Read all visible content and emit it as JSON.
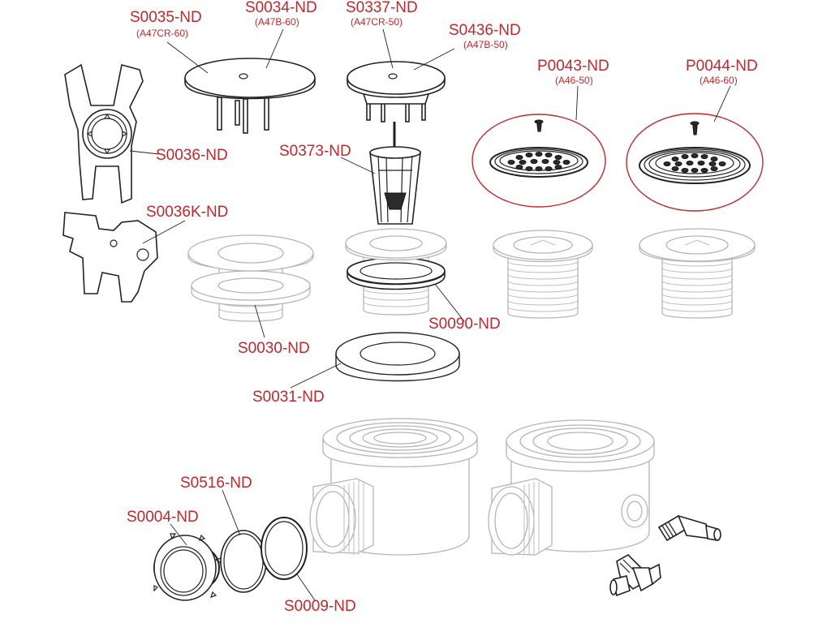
{
  "labels": {
    "s0035": "S0035-ND",
    "s0035_sub": "(A47CR-60)",
    "s0034": "S0034-ND",
    "s0034_sub": "(A47B-60)",
    "s0337": "S0337-ND",
    "s0337_sub": "(A47CR-50)",
    "s0436": "S0436-ND",
    "s0436_sub": "(A47B-50)",
    "p0043": "P0043-ND",
    "p0043_sub": "(A46-50)",
    "p0044": "P0044-ND",
    "p0044_sub": "(A46-60)",
    "s0036": "S0036-ND",
    "s0373": "S0373-ND",
    "s0036k": "S0036K-ND",
    "s0090": "S0090-ND",
    "s0030": "S0030-ND",
    "s0031": "S0031-ND",
    "s0516": "S0516-ND",
    "s0004": "S0004-ND",
    "s0009": "S0009-ND"
  },
  "colors": {
    "label_red": "#c0282d",
    "line_dark": "#222222",
    "line_light": "#b5b5b5",
    "background": "#ffffff"
  }
}
